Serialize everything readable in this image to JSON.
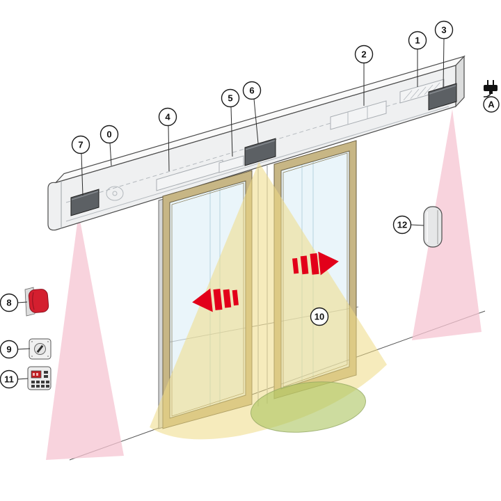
{
  "callouts": {
    "c0": {
      "label": "0"
    },
    "c1": {
      "label": "1"
    },
    "c2": {
      "label": "2"
    },
    "c3": {
      "label": "3"
    },
    "c4": {
      "label": "4"
    },
    "c5": {
      "label": "5"
    },
    "c6": {
      "label": "6"
    },
    "c7": {
      "label": "7"
    },
    "c8": {
      "label": "8"
    },
    "c9": {
      "label": "9"
    },
    "c10": {
      "label": "10"
    },
    "c11": {
      "label": "11"
    },
    "c12": {
      "label": "12"
    },
    "cA": {
      "label": "A"
    }
  },
  "colors": {
    "zone_pink": "#f5c4d1",
    "zone_yellow": "#eeda85",
    "zone_green": "#abc45f",
    "arrow_red": "#e2001a",
    "door_frame": "#c7b685",
    "glass": "#d9edf5",
    "beam_face": "#eff0f1",
    "beam_top": "#fafafa",
    "beam_cap": "#dcdddd",
    "sensor_dark": "#5c6064"
  }
}
